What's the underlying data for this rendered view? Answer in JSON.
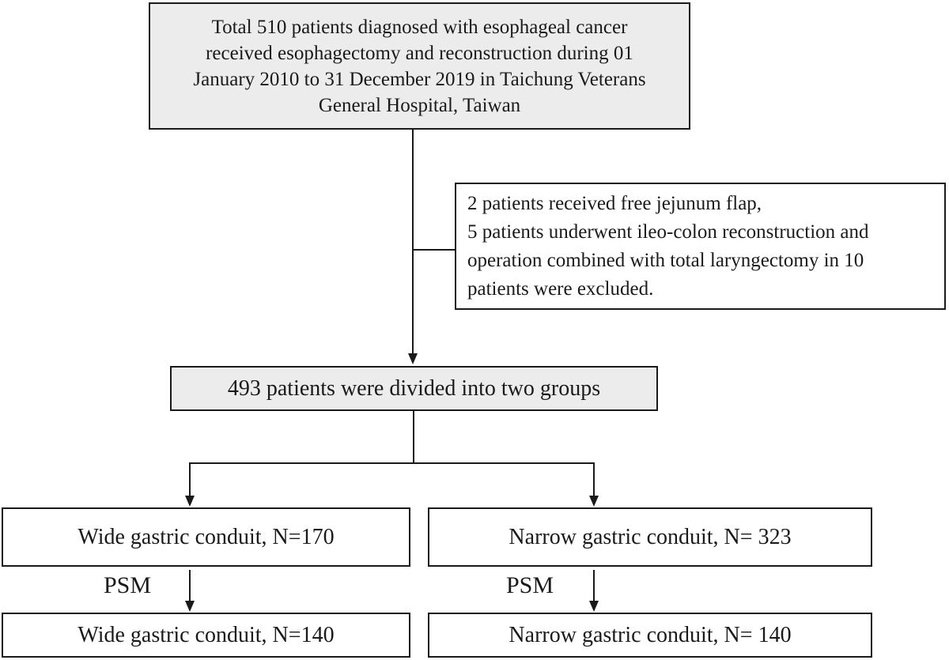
{
  "figure": {
    "top_box": {
      "lines": [
        "Total 510 patients diagnosed with esophageal cancer",
        "received esophagectomy and reconstruction during 01",
        "January 2010 to 31 December 2019 in Taichung Veterans",
        "General Hospital, Taiwan"
      ]
    },
    "exclusion_box": {
      "lines": [
        "2 patients received free jejunum flap,",
        "5 patients underwent ileo-colon reconstruction and",
        "operation combined with total laryngectomy in 10",
        "patients were excluded."
      ]
    },
    "divide_box": {
      "text": "493 patients were divided into two groups"
    },
    "branches": {
      "left": {
        "group_box": "Wide gastric conduit, N=170",
        "psm_label": "PSM",
        "matched_box": "Wide gastric conduit, N=140"
      },
      "right": {
        "group_box": "Narrow gastric conduit, N= 323",
        "psm_label": "PSM",
        "matched_box": "Narrow gastric conduit, N= 140"
      }
    }
  },
  "colors": {
    "box_fill": "#ececec",
    "white_fill": "#ffffff",
    "border": "#1a1a1a",
    "line": "#1a1a1a",
    "text": "#1a1a1a"
  }
}
